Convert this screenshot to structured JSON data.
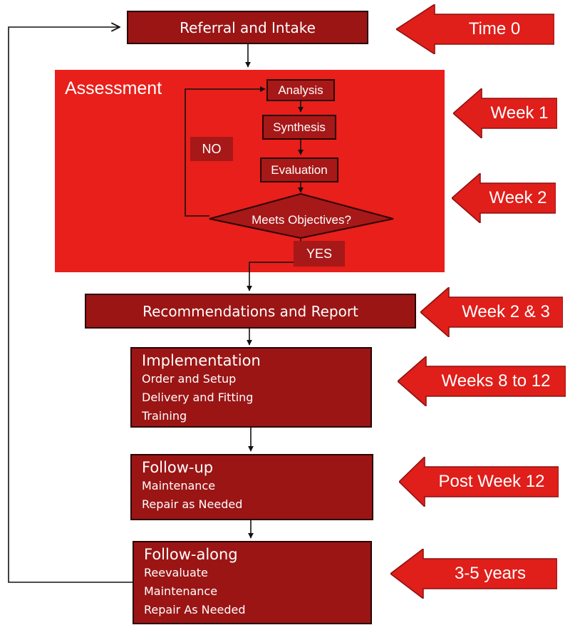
{
  "steps": {
    "referral": "Referral and Intake",
    "assessment": {
      "title": "Assessment",
      "analysis": "Analysis",
      "synthesis": "Synthesis",
      "evaluation": "Evaluation",
      "decision": "Meets Objectives?",
      "no": "NO",
      "yes": "YES"
    },
    "recommendations": "Recommendations and Report",
    "implementation": {
      "title": "Implementation",
      "items": [
        "Order and Setup",
        "Delivery and Fitting",
        "Training"
      ]
    },
    "followup": {
      "title": "Follow-up",
      "items": [
        "Maintenance",
        "Repair as Needed"
      ]
    },
    "followalong": {
      "title": "Follow-along",
      "items": [
        "Reevaluate",
        "Maintenance",
        "Repair As Needed"
      ]
    }
  },
  "timeline": [
    "Time 0",
    "Week 1",
    "Week 2",
    "Week 2 & 3",
    "Weeks 8 to 12",
    "Post Week 12",
    "3-5 years"
  ],
  "colors": {
    "box": "#9b1515",
    "border": "#2a0404",
    "assessment_area": "#e81f1a",
    "arrow_fill": "#e01e1a",
    "text": "#ffffff"
  }
}
